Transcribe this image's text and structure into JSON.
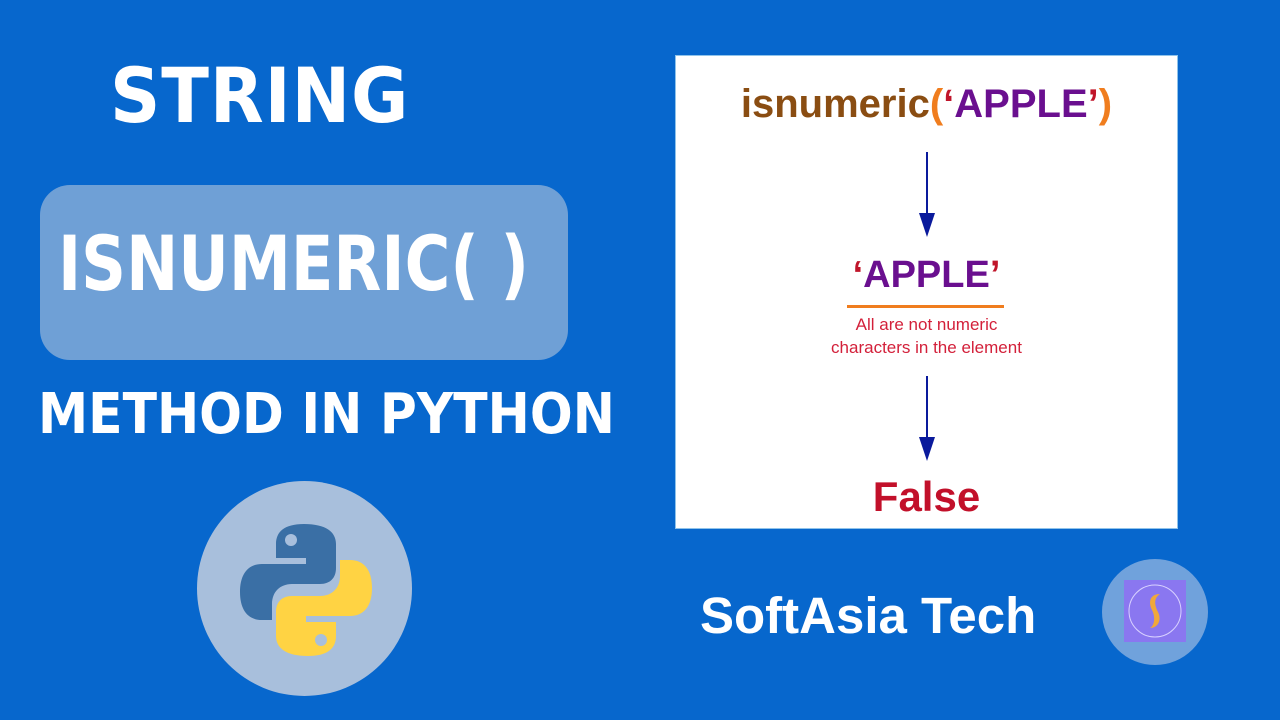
{
  "left_panel": {
    "title": "STRING",
    "method_name": "ISNUMERIC( )",
    "subtitle": "METHOD IN PYTHON",
    "logo_icon": "python-logo-icon"
  },
  "example_card": {
    "call": {
      "function": "isnumeric",
      "open_paren": "(",
      "open_quote": "‘",
      "argument": "APPLE",
      "close_quote": "’",
      "close_paren": ")"
    },
    "value": {
      "open_quote": "‘",
      "argument": "APPLE",
      "close_quote": "’"
    },
    "note_line_1": "All are not numeric",
    "note_line_2": "characters in the element",
    "result": "False",
    "arrow_icon": "arrow-down-icon"
  },
  "branding": {
    "name": "SoftAsia Tech",
    "logo_icon": "softasia-s-logo-icon"
  },
  "colors": {
    "background": "#0767cd",
    "method_box": "#6fa0d6",
    "function_text": "#8a4d12",
    "paren": "#f07d1e",
    "argument": "#6a0f8f",
    "note": "#d3203a",
    "result": "#c2102a",
    "arrow": "#0a1a9c",
    "python_blue": "#3a6fa5",
    "python_yellow": "#ffd343"
  }
}
